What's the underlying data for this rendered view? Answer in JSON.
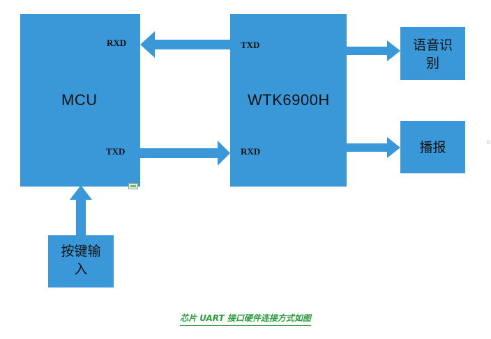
{
  "blocks": {
    "mcu": {
      "label": "MCU",
      "rxd": "RXD",
      "txd": "TXD"
    },
    "wtk": {
      "label": "WTK6900H",
      "txd": "TXD",
      "rxd": "RXD"
    },
    "speech": {
      "line1": "语音识",
      "line2": "别"
    },
    "broadcast": {
      "label": "播报"
    },
    "keys": {
      "line1": "按键输",
      "line2": "入"
    }
  },
  "caption": "芯片 UART 接口硬件连接方式如图",
  "colors": {
    "block": "#3a97d8",
    "caption": "#2e9b3f"
  }
}
